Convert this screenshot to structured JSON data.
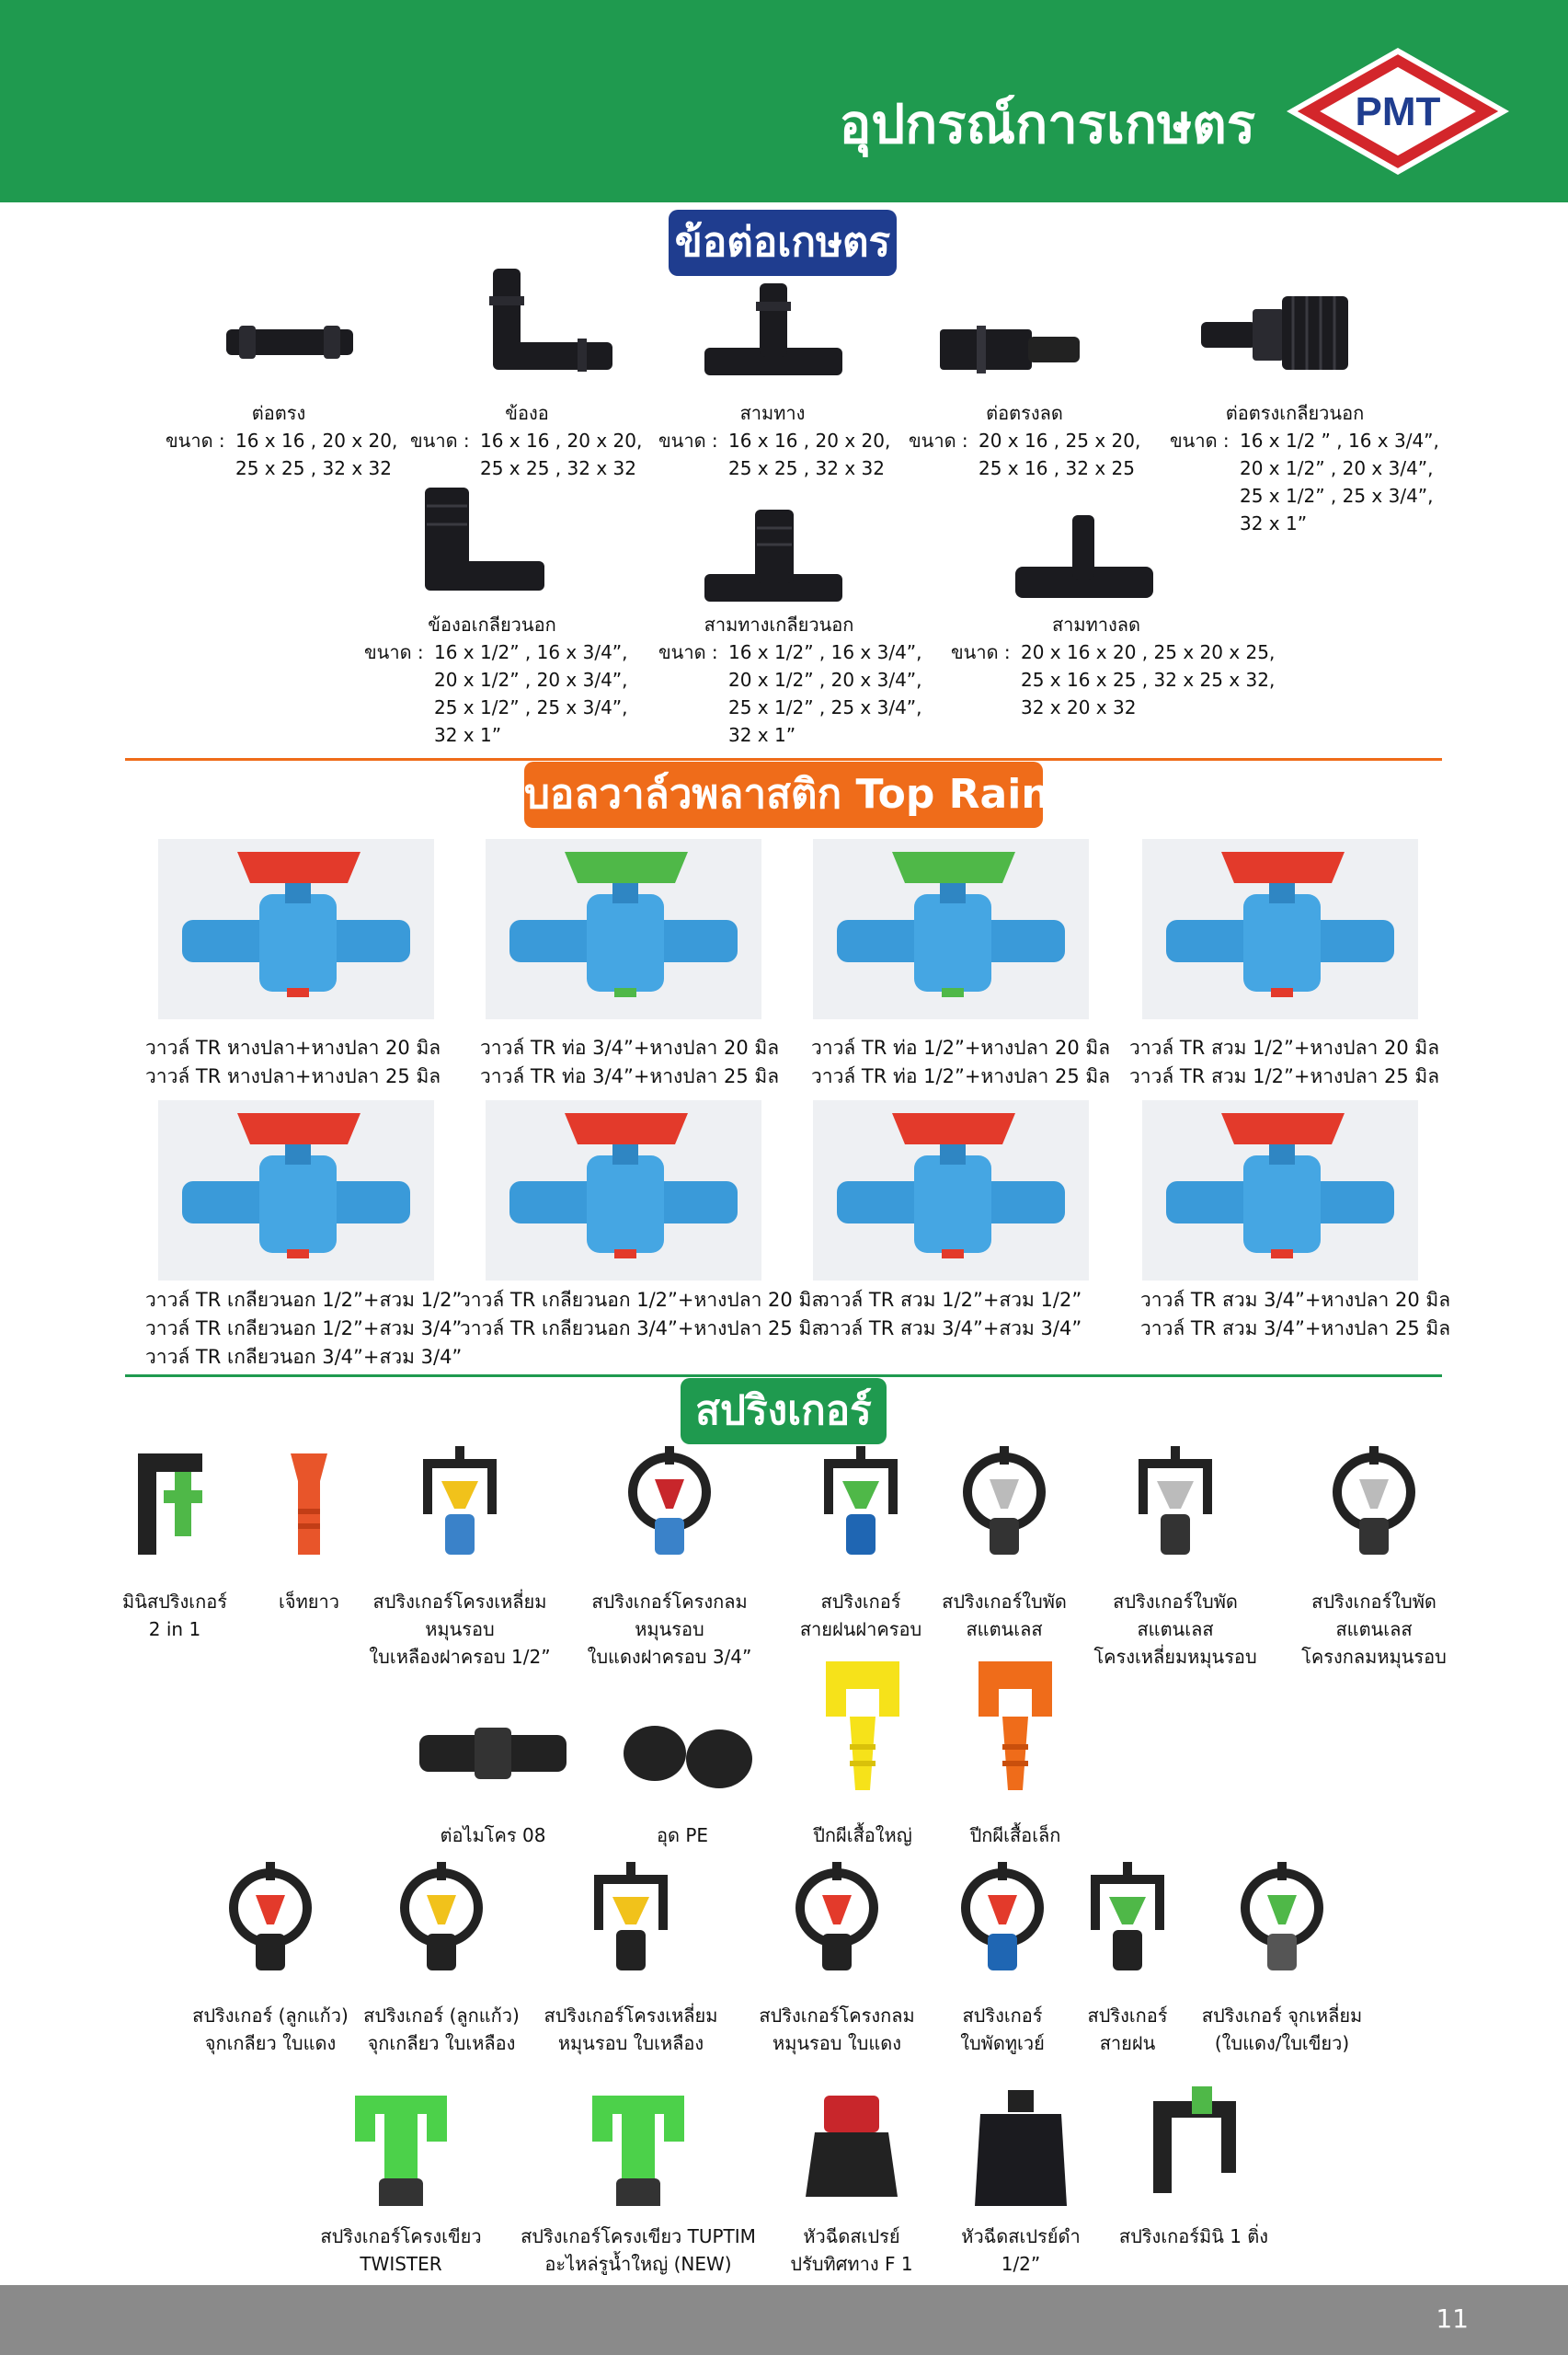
{
  "header": {
    "title": "อุปกรณ์การเกษตร",
    "logo_text": "PMT"
  },
  "sections": {
    "fittings": "ข้อต่อเกษตร",
    "valves": "บอลวาล์วพลาสติก Top Rain",
    "sprinklers": "สปริงเกอร์"
  },
  "fittings": {
    "size_label": "ขนาด :",
    "row1": [
      {
        "name": "ต่อตรง",
        "sizes": [
          "16 x 16 , 20 x 20,",
          "25 x 25 , 32 x 32"
        ]
      },
      {
        "name": "ข้องอ",
        "sizes": [
          "16 x 16 , 20 x 20,",
          "25 x 25 , 32 x 32"
        ]
      },
      {
        "name": "สามทาง",
        "sizes": [
          "16 x 16 , 20 x 20,",
          "25 x 25 , 32 x 32"
        ]
      },
      {
        "name": "ต่อตรงลด",
        "sizes": [
          "20 x 16 , 25 x 20,",
          "25 x 16 , 32 x 25"
        ]
      },
      {
        "name": "ต่อตรงเกลียวนอก",
        "sizes": [
          "16 x 1/2 ” , 16 x 3/4”,",
          "20 x 1/2” , 20 x 3/4”,",
          "25 x 1/2” , 25 x 3/4”,",
          "32 x 1”"
        ]
      }
    ],
    "row2": [
      {
        "name": "ข้องอเกลียวนอก",
        "sizes": [
          "16 x 1/2” , 16 x 3/4”,",
          "20 x 1/2” , 20 x 3/4”,",
          "25 x 1/2” , 25 x 3/4”,",
          "32 x 1”"
        ]
      },
      {
        "name": "สามทางเกลียวนอก",
        "sizes": [
          "16 x 1/2” , 16 x 3/4”,",
          "20 x 1/2” , 20 x 3/4”,",
          "25 x 1/2” , 25 x 3/4”,",
          "32 x 1”"
        ]
      },
      {
        "name": "สามทางลด",
        "sizes": [
          "20 x 16 x 20 , 25 x 20 x 25,",
          "25 x 16 x 25 , 32 x 25 x 32,",
          "32 x 20 x 32"
        ]
      }
    ]
  },
  "valves": {
    "row1": [
      [
        "วาวล์ TR หางปลา+หางปลา 20 มิล",
        "วาวล์ TR หางปลา+หางปลา 25 มิล"
      ],
      [
        "วาวล์ TR ท่อ 3/4”+หางปลา 20 มิล",
        "วาวล์ TR ท่อ 3/4”+หางปลา 25 มิล"
      ],
      [
        "วาวล์ TR ท่อ 1/2”+หางปลา 20 มิล",
        "วาวล์ TR ท่อ 1/2”+หางปลา 25 มิล"
      ],
      [
        "วาวล์ TR สวม 1/2”+หางปลา 20 มิล",
        "วาวล์ TR สวม 1/2”+หางปลา 25 มิล"
      ]
    ],
    "row2": [
      [
        "วาวล์ TR เกลียวนอก 1/2”+สวม 1/2”",
        "วาวล์ TR เกลียวนอก 1/2”+สวม 3/4”",
        "วาวล์ TR เกลียวนอก 3/4”+สวม 3/4”"
      ],
      [
        "วาวล์ TR เกลียวนอก 1/2”+หางปลา 20 มิล",
        "วาวล์ TR เกลียวนอก 3/4”+หางปลา 25 มิล"
      ],
      [
        "วาวล์ TR สวม 1/2”+สวม 1/2”",
        "วาวล์ TR สวม 3/4”+สวม 3/4”"
      ],
      [
        "วาวล์ TR สวม 3/4”+หางปลา 20 มิล",
        "วาวล์ TR สวม 3/4”+หางปลา 25 มิล"
      ]
    ]
  },
  "sprinklers": {
    "row1": [
      [
        "มินิสปริงเกอร์",
        "2 in 1"
      ],
      [
        "เจ็ทยาว"
      ],
      [
        "สปริงเกอร์โครงเหลี่ยม",
        "หมุนรอบ",
        "ใบเหลืองฝาครอบ  1/2”"
      ],
      [
        "สปริงเกอร์โครงกลม",
        "หมุนรอบ",
        "ใบแดงฝาครอบ  3/4”"
      ],
      [
        "สปริงเกอร์",
        "สายฝนฝาครอบ"
      ],
      [
        "สปริงเกอร์ใบพัด",
        "สแตนเลส"
      ],
      [
        "สปริงเกอร์ใบพัด",
        "สแตนเลส",
        "โครงเหลี่ยมหมุนรอบ"
      ],
      [
        "สปริงเกอร์ใบพัด",
        "สแตนเลส",
        "โครงกลมหมุนรอบ"
      ]
    ],
    "row2": [
      [
        "ต่อไมโคร 08"
      ],
      [
        "อุด PE"
      ],
      [
        "ปีกผีเสื้อใหญ่"
      ],
      [
        "ปีกผีเสื้อเล็ก"
      ]
    ],
    "row3": [
      [
        "สปริงเกอร์ (ลูกแก้ว)",
        "จุกเกลียว ใบแดง"
      ],
      [
        "สปริงเกอร์ (ลูกแก้ว)",
        "จุกเกลียว ใบเหลือง"
      ],
      [
        "สปริงเกอร์โครงเหลี่ยม",
        "หมุนรอบ ใบเหลือง"
      ],
      [
        "สปริงเกอร์โครงกลม",
        "หมุนรอบ ใบแดง"
      ],
      [
        "สปริงเกอร์",
        "ใบพัดทูเวย์"
      ],
      [
        "สปริงเกอร์",
        "สายฝน"
      ],
      [
        "สปริงเกอร์ จุกเหลี่ยม",
        "(ใบแดง/ใบเขียว)"
      ]
    ],
    "row4": [
      [
        "สปริงเกอร์โครงเขียว",
        "TWISTER"
      ],
      [
        "สปริงเกอร์โครงเขียว TUPTIM",
        "อะไหล่รูน้ำใหญ่  (NEW)"
      ],
      [
        "หัวฉีดสเปรย์",
        "ปรับทิศทาง  F 1"
      ],
      [
        "หัวฉีดสเปรย์ดำ",
        "1/2”"
      ],
      [
        "สปริงเกอร์มินิ 1 ติ่ง"
      ]
    ]
  },
  "footer": {
    "page_number": "11"
  }
}
